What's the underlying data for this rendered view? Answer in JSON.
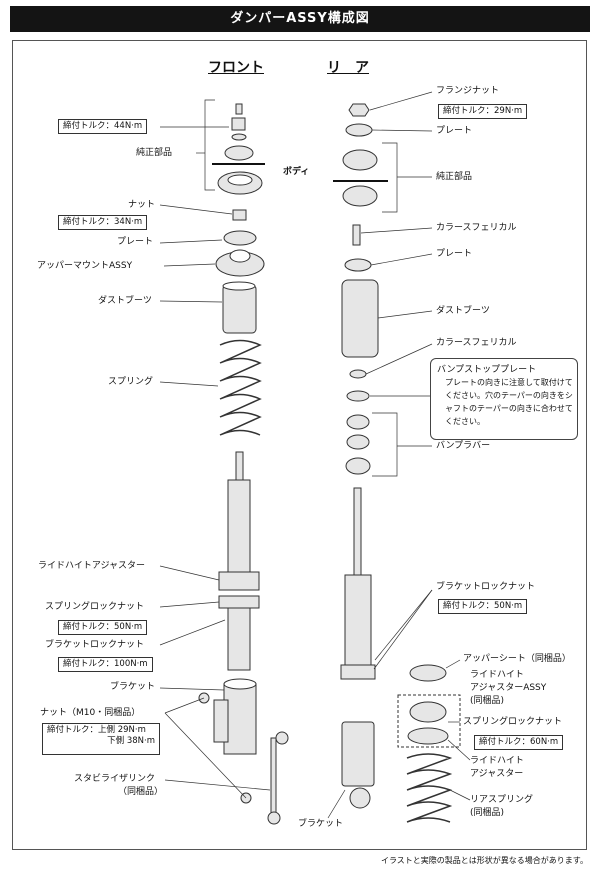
{
  "title": "ダンパーASSY構成図",
  "headers": {
    "front": "フロント",
    "rear": "リ　ア"
  },
  "front": {
    "torque_top": "締付トルク：44N·m",
    "genuine_parts": "純正部品",
    "nut": "ナット",
    "nut_torque": "締付トルク：34N·m",
    "plate": "プレート",
    "upper_mount": "アッパーマウントASSY",
    "dust_boots": "ダストブーツ",
    "spring": "スプリング",
    "ride_height_adjuster": "ライドハイトアジャスター",
    "spring_lock_nut": "スプリングロックナット",
    "spring_lock_torque": "締付トルク：50N·m",
    "bracket_lock_nut": "ブラケットロックナット",
    "bracket_lock_torque": "締付トルク：100N·m",
    "bracket": "ブラケット",
    "m10_nut": "ナット（M10・同梱品）",
    "m10_torque_1": "締付トルク：上側 29N·m",
    "m10_torque_2": "下側 38N·m",
    "stabilizer_link_1": "スタビライザリンク",
    "stabilizer_link_2": "（同梱品）"
  },
  "body_label": "ボディ",
  "rear": {
    "flange_nut": "フランジナット",
    "flange_torque": "締付トルク：29N·m",
    "plate_top": "プレート",
    "genuine_parts": "純正部品",
    "collar_spherical_1": "カラースフェリカル",
    "plate_2": "プレート",
    "dust_boots": "ダストブーツ",
    "collar_spherical_2": "カラースフェリカル",
    "bump_stop_title": "バンプストッププレート",
    "bump_stop_text": "プレートの向きに注意して取付けてください。穴のテーパーの向きをシャフトのテーパーの向きに合わせてください。",
    "bump_rubber": "バンプラバー",
    "bracket_lock_nut": "ブラケットロックナット",
    "bracket_lock_torque": "締付トルク：50N·m",
    "upper_seat": "アッパーシート（同梱品）",
    "rha_1": "ライドハイト",
    "rha_2": "アジャスターASSY",
    "rha_3": "(同梱品)",
    "spring_lock_nut": "スプリングロックナット",
    "spring_lock_torque": "締付トルク：60N·m",
    "rh_adj_1": "ライドハイト",
    "rh_adj_2": "アジャスター",
    "rear_spring_1": "リアスプリング",
    "rear_spring_2": "(同梱品)",
    "bracket": "ブラケット"
  },
  "footer": "イラストと実際の製品とは形状が異なる場合があります。",
  "colors": {
    "title_bg": "#141414",
    "part_fill": "#e6e6e6",
    "part_stroke": "#333333"
  }
}
